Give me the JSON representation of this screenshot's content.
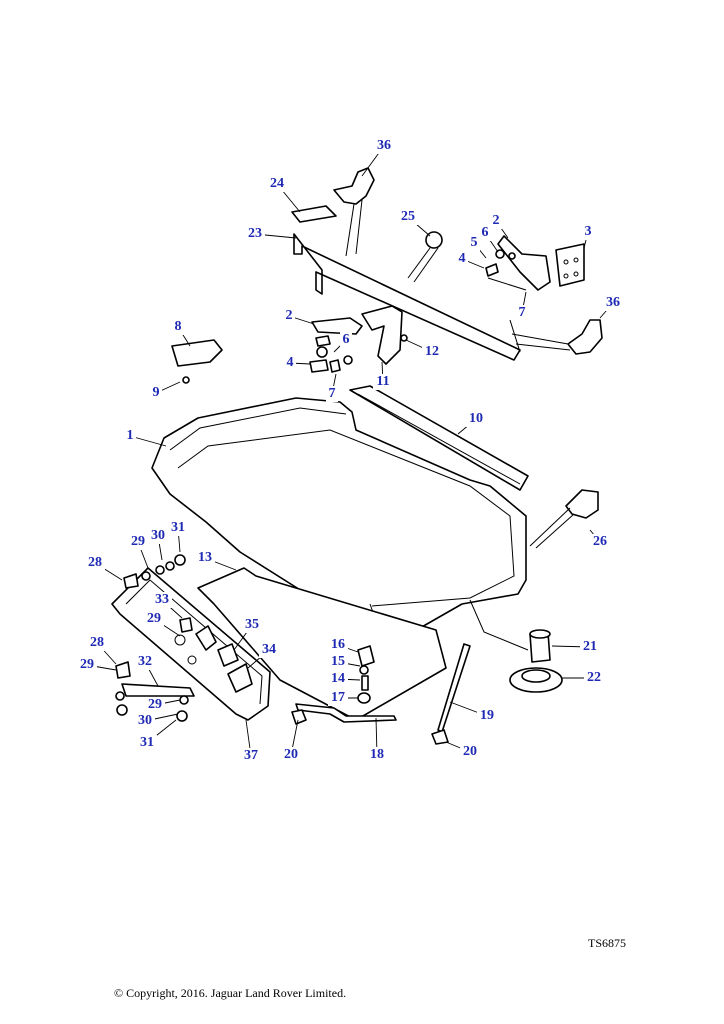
{
  "labels": [
    "36",
    "24",
    "25",
    "2",
    "3",
    "6",
    "5",
    "4",
    "7",
    "36",
    "23",
    "2",
    "6",
    "12",
    "8",
    "4",
    "7",
    "11",
    "9",
    "10",
    "1",
    "26",
    "13",
    "30",
    "31",
    "29",
    "28",
    "33",
    "29",
    "35",
    "16",
    "34",
    "21",
    "28",
    "15",
    "32",
    "29",
    "14",
    "22",
    "17",
    "29",
    "30",
    "19",
    "31",
    "37",
    "20",
    "18",
    "20"
  ],
  "reference_code": "TS6875",
  "copyright": "© Copyright, 2016. Jaguar Land Rover Limited."
}
